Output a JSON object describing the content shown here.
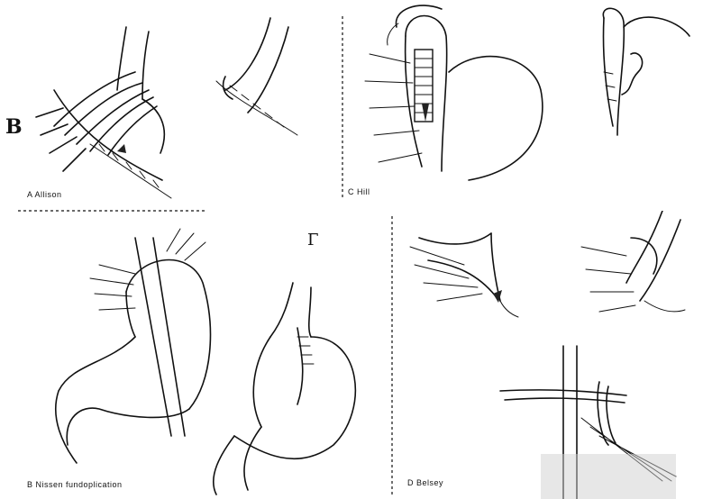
{
  "panels": {
    "a": {
      "label": "A   Allison"
    },
    "c": {
      "label": "C  Hill"
    },
    "b": {
      "label": "B  Nissen fundoplication"
    },
    "d": {
      "label": "D  Belsey"
    }
  },
  "stray_marks": {
    "left_glyph": "B",
    "top_glyph": "Γ"
  }
}
